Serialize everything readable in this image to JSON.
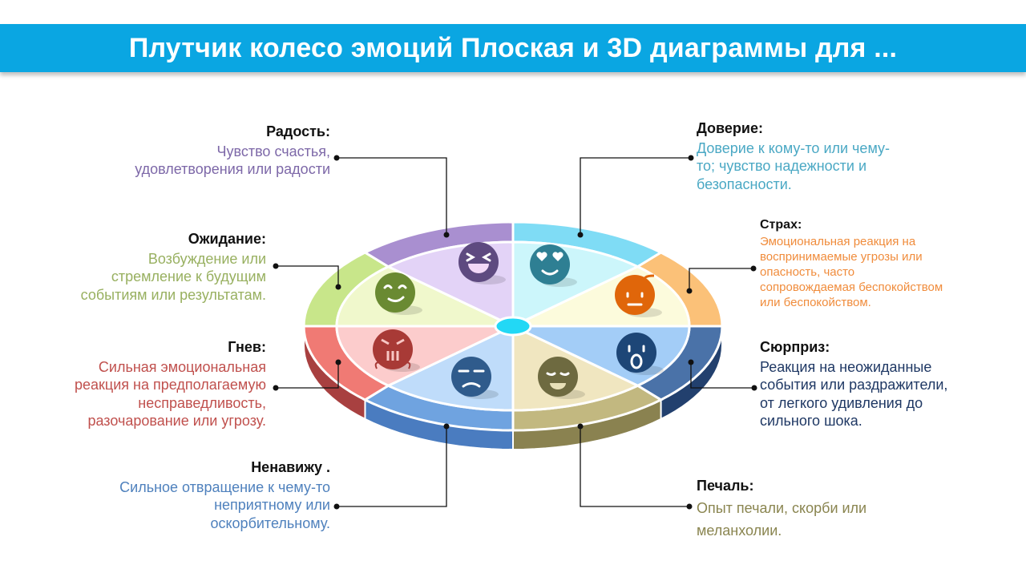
{
  "title": "Плутчик колесо эмоций Плоская и 3D диаграммы для ...",
  "emotions": {
    "joy": {
      "title": "Радость:",
      "text": [
        "Чувство счастья,",
        "удовлетворения или радости"
      ],
      "color": "#7d68a8",
      "ring": "#a98fd0",
      "inner": "#e3d3f7",
      "face": "#5e4a80",
      "icon": "laughing-face-icon"
    },
    "trust": {
      "title": "Доверие:",
      "text": [
        "Доверие к кому-то или чему-",
        "то; чувство надежности и",
        "безопасности."
      ],
      "color": "#4aa8c4",
      "ring": "#7fdcf5",
      "inner": "#ccf6fb",
      "face": "#2e7f93",
      "icon": "heart-eyes-face-icon"
    },
    "fear": {
      "title": "Страх:",
      "text": [
        "Эмоциональная реакция на",
        "воспринимаемые угрозы или",
        "опасность, часто",
        "сопровождаемая беспокойством",
        "или беспокойством."
      ],
      "color": "#f08c3c",
      "ring": "#fbc178",
      "inner": "#fcfbdc",
      "face": "#e0660a",
      "icon": "scared-face-icon"
    },
    "anticipation": {
      "title": "Ожидание:",
      "text": [
        "Возбуждение или",
        "стремление к будущим",
        "событиям или результатам."
      ],
      "color": "#98b060",
      "ring": "#c8e68a",
      "inner": "#f0f8cc",
      "face": "#6a8a32",
      "icon": "smirking-face-icon"
    },
    "anger": {
      "title": "Гнев:",
      "text": [
        "Сильная эмоциональная",
        "реакция на предполагаемую",
        "несправедливость,",
        "разочарование или угрозу."
      ],
      "color": "#c0504d",
      "ring": "#f07a74",
      "inner": "#fccccc",
      "face": "#a83a36",
      "side": "#a84040",
      "icon": "angry-face-icon"
    },
    "surprise": {
      "title": "Сюрприз:",
      "text": [
        "Реакция на неожиданные",
        "события или раздражители,",
        "от легкого удивления до",
        "сильного шока."
      ],
      "color": "#1f3864",
      "ring": "#4a72a8",
      "inner": "#a3cdf7",
      "face": "#1d4677",
      "side": "#22406e",
      "icon": "surprised-face-icon"
    },
    "hate": {
      "title": "Ненавижу .",
      "text": [
        "Сильное отвращение к чему-то",
        "неприятному или",
        "оскорбительному."
      ],
      "color": "#4f81bd",
      "ring": "#6fa3e0",
      "inner": "#bfdcfa",
      "face": "#2f5b8c",
      "side": "#4a7cc0",
      "icon": "annoyed-face-icon"
    },
    "sadness": {
      "title": "Печаль:",
      "text": [
        "Опыт печали, скорби или",
        "меланхолии."
      ],
      "color": "#8a8550",
      "ring": "#c2b880",
      "inner": "#f0e6c0",
      "face": "#6e6a40",
      "side": "#8a8250",
      "icon": "sad-smile-face-icon"
    }
  },
  "hub_color": "#22d8f5"
}
